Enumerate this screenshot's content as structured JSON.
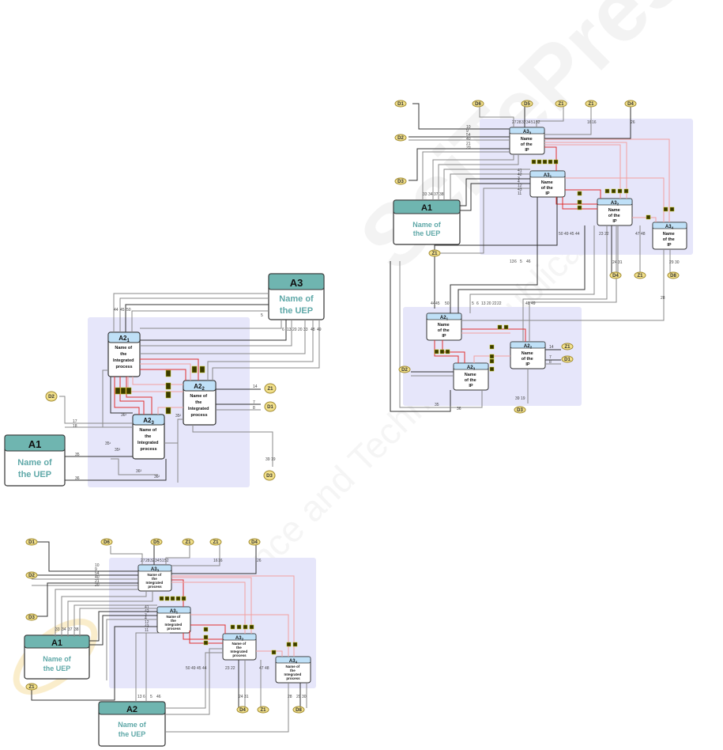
{
  "watermark": {
    "text_1": "SciTePress",
    "text_2": "Science and Technology Publications",
    "color": "#e8e8e8",
    "accent": "#f5d98a"
  },
  "colors": {
    "uep_header": "#6fb5b0",
    "uep_name": "#5fa8a8",
    "ip_header": "#bfe0f7",
    "frame_bg": "#e6e6fa",
    "ext_fill": "#f2e08a",
    "flow_red": "#e03030",
    "flow_pink": "#f2a0a0",
    "resource_box": "#3a3a00"
  },
  "diagram_a": {
    "uep_a3": {
      "code": "A3",
      "name_line1": "Name of",
      "name_line2": "the UEP"
    },
    "uep_a1": {
      "code": "A1",
      "name_line1": "Name of",
      "name_line2": "the UEP"
    },
    "ip_a21": {
      "code": "A2",
      "sub": "1",
      "name": [
        "Name of",
        "the",
        "Integrated",
        "process"
      ]
    },
    "ip_a22": {
      "code": "A2",
      "sub": "2",
      "name": [
        "Name of",
        "the",
        "Integrated",
        "process"
      ]
    },
    "ip_a23": {
      "code": "A2",
      "sub": "3",
      "name": [
        "Name of",
        "the",
        "Integrated",
        "process"
      ]
    },
    "externals": {
      "d2": "D2",
      "z1": "Z1",
      "d1": "D1",
      "d3": "D3"
    },
    "flow_numbers": {
      "top": [
        "44",
        "45",
        "50"
      ],
      "a3_right": "5",
      "a3_bottom": [
        "6",
        "13",
        "20",
        "20",
        "33",
        "48",
        "49"
      ],
      "d2": [
        "17",
        "18"
      ],
      "z1": "14",
      "d1": [
        "7",
        "8"
      ],
      "d3": [
        "39",
        "19"
      ],
      "a1": [
        "35",
        "36"
      ],
      "mid": [
        "36¹",
        "35¹",
        "35³",
        "36³",
        "36²",
        "35²"
      ]
    }
  },
  "diagram_b": {
    "uep_a1": {
      "code": "A1",
      "name_line1": "Name of",
      "name_line2": "the UEP"
    },
    "uep_a2": {
      "code": "A2",
      "name_line1": "Name of",
      "name_line2": "the UEP"
    },
    "ip_a33": {
      "code": "A3",
      "sub": "3",
      "name": [
        "Name of",
        "the",
        "Integrated",
        "process"
      ]
    },
    "ip_a31": {
      "code": "A3",
      "sub": "1",
      "name": [
        "Name of",
        "the",
        "Integrated",
        "process"
      ]
    },
    "ip_a32": {
      "code": "A3",
      "sub": "2",
      "name": [
        "Name of",
        "the",
        "Integrated",
        "process"
      ]
    },
    "ip_a34": {
      "code": "A3",
      "sub": "4",
      "name": [
        "Name of",
        "the",
        "Integrated",
        "process"
      ]
    },
    "externals": {
      "d1": "D1",
      "d6": "D6",
      "d5": "D5",
      "z1a": "Z1",
      "z1b": "Z1",
      "d4": "D4",
      "d2": "D2",
      "d3": "D3",
      "z1c": "Z1",
      "d4b": "D4",
      "z1d": "Z1",
      "d8": "D8"
    },
    "flow_numbers": {
      "top": [
        "27",
        "28",
        "32",
        "34",
        "51",
        "52"
      ],
      "top_right": [
        "16",
        "16"
      ],
      "far_right": "26",
      "left_a33": [
        "10",
        "9",
        "54",
        "40",
        "21",
        "20"
      ],
      "left_a31": [
        "41",
        "42",
        "3",
        "4",
        "12",
        "43",
        "11"
      ],
      "a1_top": [
        "33",
        "34",
        "37",
        "38"
      ],
      "a2_top": [
        "13",
        "6",
        "5",
        "46"
      ],
      "mid": [
        "50",
        "49",
        "45",
        "44"
      ],
      "a32": [
        "23",
        "22"
      ],
      "d4": [
        "24",
        "31"
      ],
      "z1": [
        "47",
        "48"
      ],
      "a34": [
        "29",
        "30"
      ],
      "a34_in": "28"
    }
  },
  "diagram_c": {
    "uep_a1": {
      "code": "A1",
      "name_line1": "Name of",
      "name_line2": "the UEP"
    },
    "ip_a33": {
      "code": "A3",
      "sub": "3",
      "name": [
        "Name",
        "of the",
        "IP"
      ]
    },
    "ip_a31": {
      "code": "A3",
      "sub": "1",
      "name": [
        "Name",
        "of the",
        "IP"
      ]
    },
    "ip_a32": {
      "code": "A3",
      "sub": "2",
      "name": [
        "Name",
        "of the",
        "IP"
      ]
    },
    "ip_a34": {
      "code": "A3",
      "sub": "4",
      "name": [
        "Name",
        "of the",
        "IP"
      ]
    },
    "ip_a21": {
      "code": "A2",
      "sub": "1",
      "name": [
        "Name",
        "of the",
        "IP"
      ]
    },
    "ip_a22": {
      "code": "A2",
      "sub": "2",
      "name": [
        "Name",
        "of the",
        "IP"
      ]
    },
    "ip_a23": {
      "code": "A2",
      "sub": "3",
      "name": [
        "Name",
        "of the",
        "IP"
      ]
    },
    "externals": {
      "d1": "D1",
      "d6": "D6",
      "d5": "D5",
      "z1a": "Z1",
      "z1b": "Z1",
      "d4": "D4",
      "d2": "D2",
      "d3": "D3",
      "z1c": "Z1",
      "d4b": "D4",
      "z1d": "Z1",
      "d8": "D8",
      "z1e": "Z1",
      "d1b": "D1",
      "d2b": "D2",
      "d3b": "D3"
    },
    "flow_numbers": {
      "top": [
        "27",
        "28",
        "32",
        "34",
        "51",
        "52"
      ],
      "top_right": [
        "16",
        "16"
      ],
      "far_right": "26",
      "left_a33": [
        "10",
        "9",
        "54",
        "40",
        "21",
        "20"
      ],
      "left_a31": [
        "41",
        "42",
        "3",
        "4",
        "12",
        "43",
        "11"
      ],
      "a1_top": [
        "33",
        "34",
        "37",
        "38"
      ],
      "mid": [
        "50",
        "49",
        "45",
        "44"
      ],
      "mid2": [
        "13",
        "6",
        "5",
        "46"
      ],
      "a32": [
        "23",
        "22"
      ],
      "d4": [
        "24",
        "31"
      ],
      "z1": [
        "47",
        "48"
      ],
      "a34": [
        "29",
        "30"
      ],
      "a2_top": [
        "44",
        "45",
        "50",
        "5",
        "6",
        "13",
        "20",
        "22",
        "22",
        "48",
        "49"
      ],
      "right_long": "28",
      "a22_right": [
        "14",
        "7",
        "8"
      ],
      "d3": [
        "39",
        "19"
      ],
      "bottom": [
        "35",
        "36"
      ]
    }
  }
}
